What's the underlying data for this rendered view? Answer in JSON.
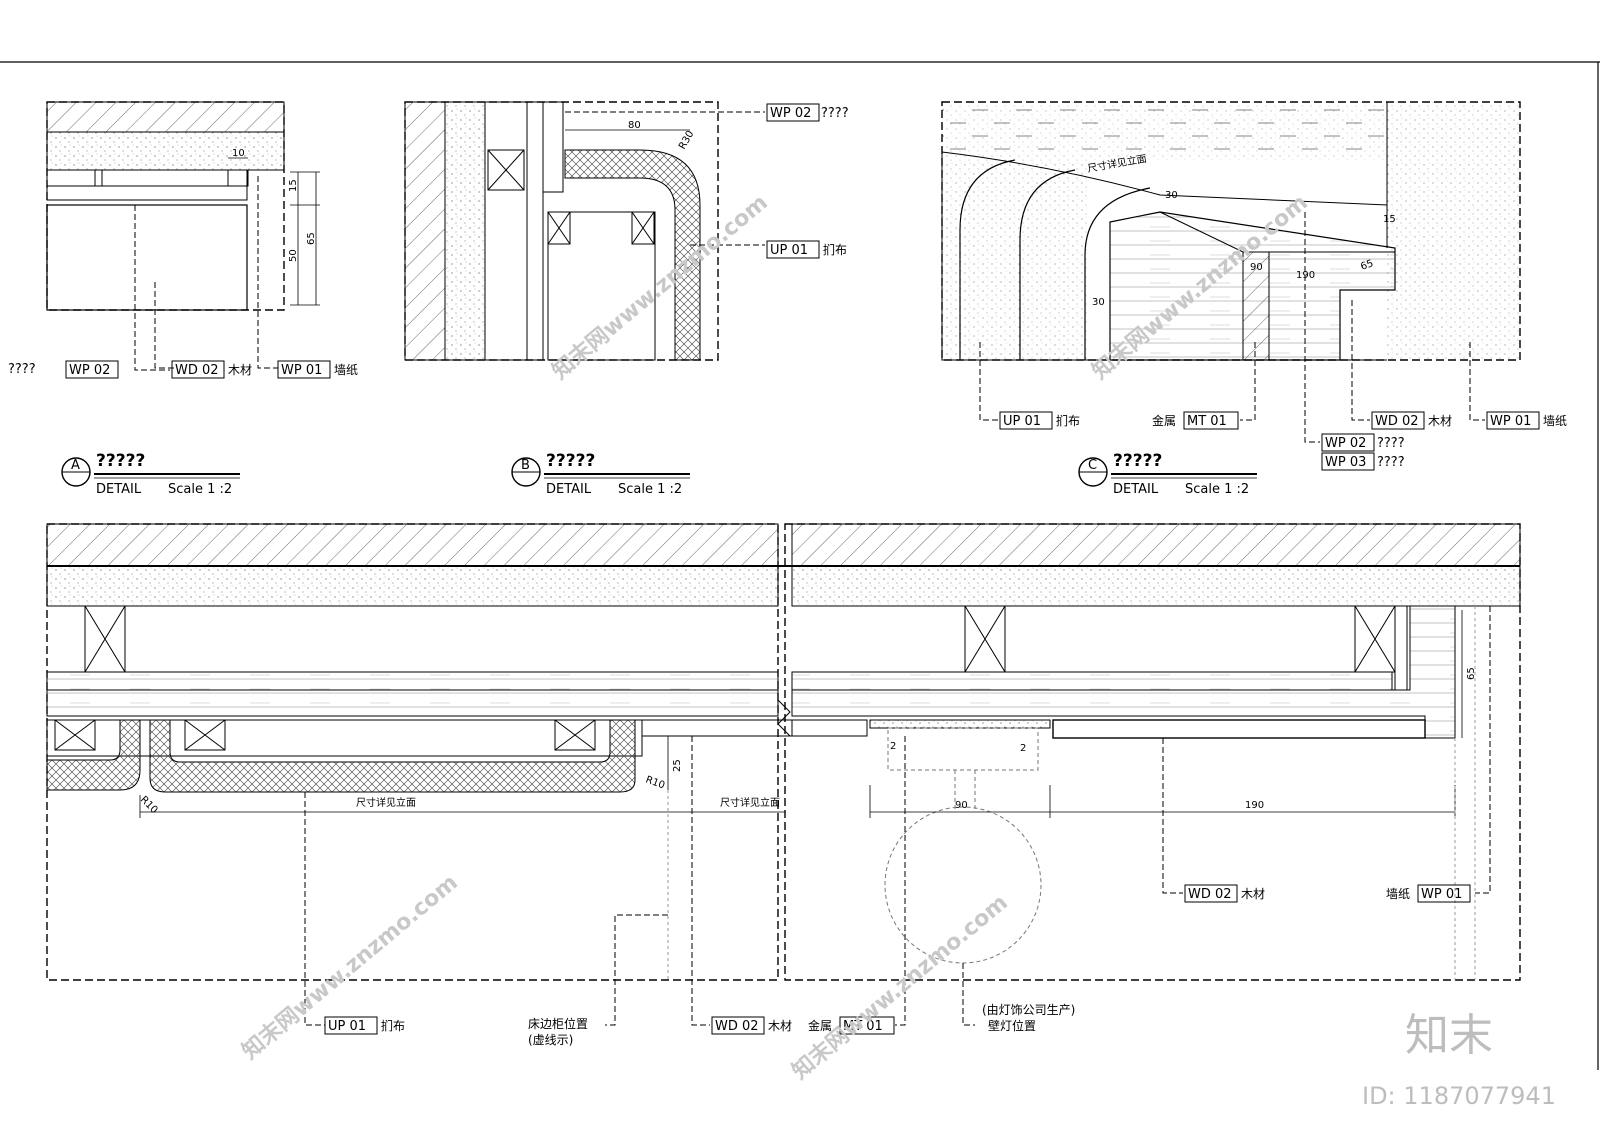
{
  "detailA": {
    "marker": "A",
    "title": "?????",
    "label": "DETAIL",
    "scale": "Scale 1 :2",
    "dims": {
      "d10": "10",
      "d15": "15",
      "d50": "50",
      "d65": "65"
    },
    "callouts": {
      "left_text": "????",
      "wp02": "WP 02",
      "wd02": "WD 02",
      "wd02_text": "木材",
      "wp01": "WP 01",
      "wp01_text": "墙纸"
    }
  },
  "detailB": {
    "marker": "B",
    "title": "?????",
    "label": "DETAIL",
    "scale": "Scale 1 :2",
    "dims": {
      "d80": "80",
      "r30": "R30"
    },
    "callouts": {
      "wp02": "WP 02",
      "wp02_text": "????",
      "up01": "UP 01",
      "up01_text": "扪布"
    }
  },
  "detailC": {
    "marker": "C",
    "title": "?????",
    "label": "DETAIL",
    "scale": "Scale 1 :2",
    "dims": {
      "note": "尺寸详见立面",
      "d30a": "30",
      "d30b": "30",
      "d15": "15",
      "d90": "90",
      "d190": "190",
      "d65": "65"
    },
    "callouts": {
      "up01": "UP 01",
      "up01_text": "扪布",
      "mt_text": "金属",
      "mt01": "MT 01",
      "wd02": "WD 02",
      "wd02_text": "木材",
      "wp01": "WP 01",
      "wp01_text": "墙纸",
      "wp02": "WP 02",
      "wp02_text": "????",
      "wp03": "WP 03",
      "wp03_text": "????"
    }
  },
  "plan": {
    "dims": {
      "r10a": "R10",
      "r10b": "R10",
      "d25": "25",
      "d2a": "2",
      "d2b": "2",
      "d65": "65",
      "d90": "90",
      "d190": "190",
      "note1": "尺寸详见立面",
      "note2": "尺寸详见立面"
    },
    "callouts": {
      "up01": "UP 01",
      "up01_text": "扪布",
      "bedside1": "床边柜位置",
      "bedside2": "(虚线示)",
      "wd02": "WD 02",
      "wd02_text": "木材",
      "mt_text": "金属",
      "mt01": "MT 01",
      "lamp1": "(由灯饰公司生产)",
      "lamp2": "壁灯位置",
      "wd02b": "WD 02",
      "wd02b_text": "木材",
      "wp_text": "墙纸",
      "wp01": "WP 01"
    }
  },
  "watermark": {
    "site": "知末网www.znzmo.com",
    "logo": "知末",
    "id": "ID: 1187077941"
  }
}
